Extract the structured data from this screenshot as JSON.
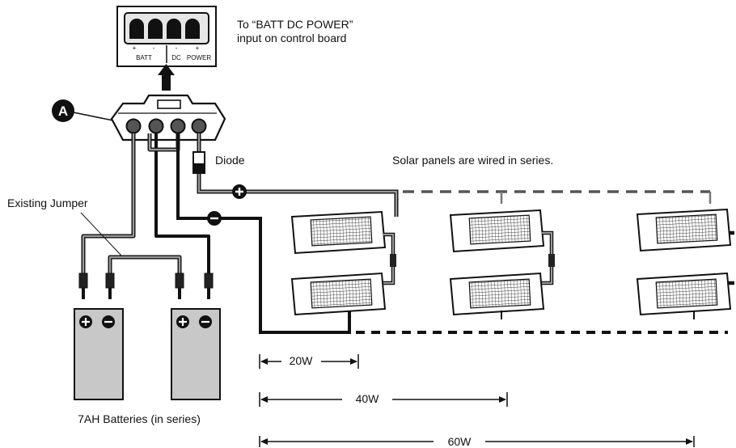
{
  "labels": {
    "control_board_line1": "To “BATT DC POWER”",
    "control_board_line2": "input on control board",
    "callout_a": "A",
    "diode": "Diode",
    "series_note": "Solar panels are wired in series.",
    "jumper": "Existing Jumper",
    "batteries": "7AH Batteries (in series)"
  },
  "terminal_block": {
    "plus_left": "+",
    "minus_left": "-",
    "minus_right": "-",
    "plus_right": "+",
    "batt": "BATT",
    "dc": "DC",
    "power": "POWER"
  },
  "polarity": {
    "positive": "+",
    "negative": "−"
  },
  "dimensions": [
    {
      "label": "20W"
    },
    {
      "label": "40W"
    },
    {
      "label": "60W"
    }
  ],
  "colors": {
    "ink": "#111111",
    "wire_gray": "#9a9a9a",
    "battery_fill": "#c8c8c8",
    "panel_grid": "#555555"
  }
}
